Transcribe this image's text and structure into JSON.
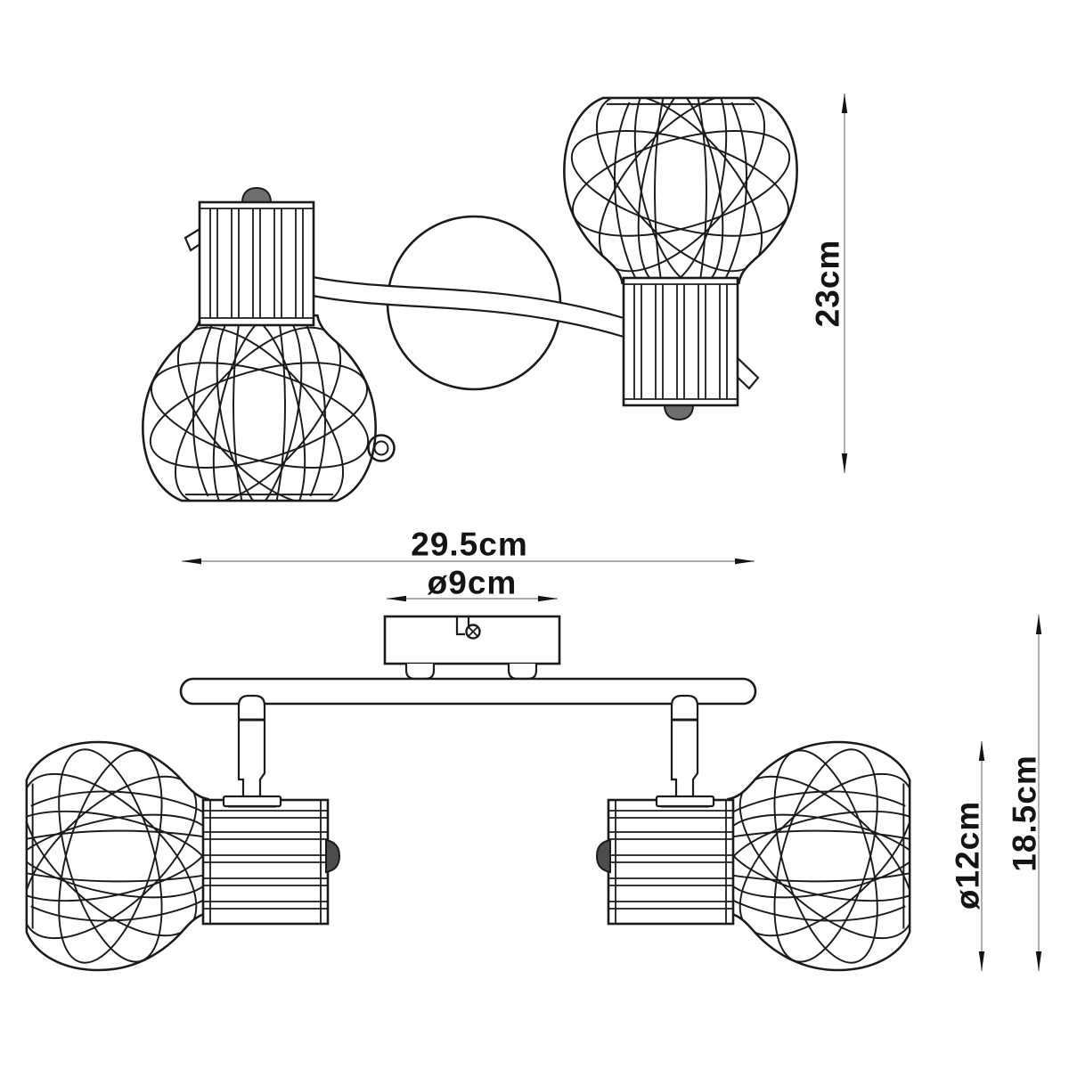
{
  "colors": {
    "line": "#1b1b1b",
    "dimension_line": "#8f8f8f",
    "text": "#141414",
    "background": "#ffffff"
  },
  "dims": {
    "total_height": "23cm",
    "width": "29.5cm",
    "canopy_diameter": "ø9cm",
    "shade_diameter": "ø12cm",
    "drop_height": "18.5cm"
  }
}
